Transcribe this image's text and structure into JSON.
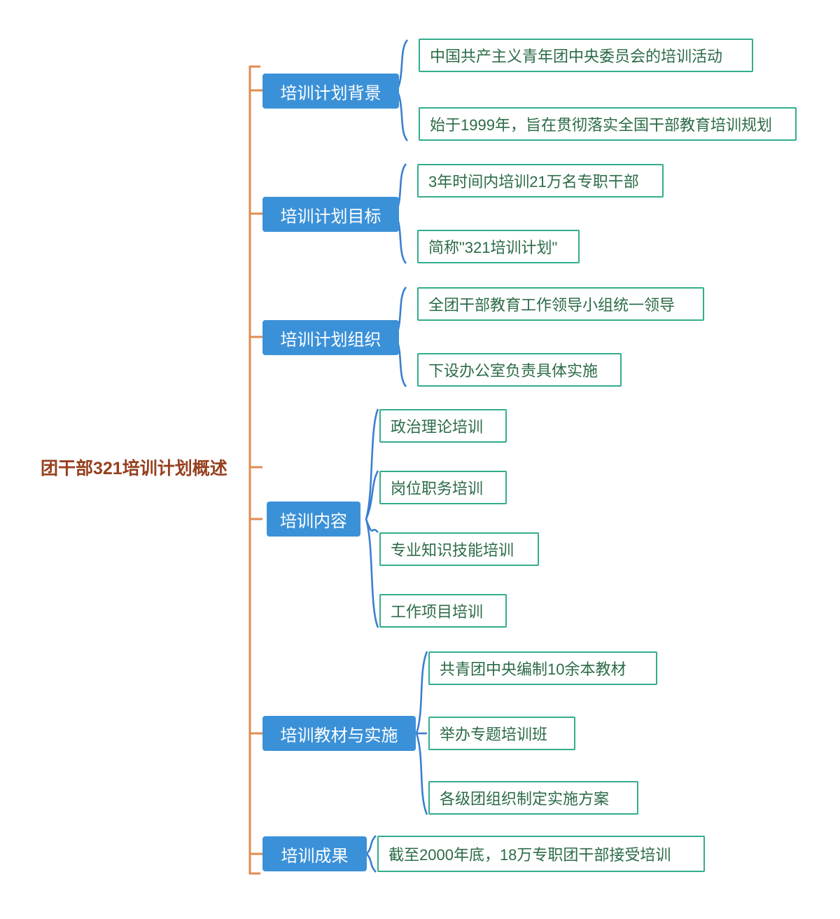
{
  "diagram": {
    "type": "mind-map",
    "title": "团干部321培训计划概述",
    "orientation": "left-to-right",
    "colors": {
      "root_text": "#96401E",
      "trunk_line": "#E08B52",
      "branch_fill": "#3B91D8",
      "branch_text": "#FFFFFF",
      "leaf_border": "#32AD8D",
      "leaf_text": "#2C6B47",
      "leaf_fill": "#FFFFFF",
      "connector_line": "#3B7FD0",
      "background": "#FFFFFF"
    },
    "root": {
      "label": "团干部321培训计划概述"
    },
    "branches": [
      {
        "label": "培训计划背景",
        "leaves": [
          "中国共产主义青年团中央委员会的培训活动",
          "始于1999年，旨在贯彻落实全国干部教育培训规划"
        ]
      },
      {
        "label": "培训计划目标",
        "leaves": [
          "3年时间内培训21万名专职干部",
          "简称\"321培训计划\""
        ]
      },
      {
        "label": "培训计划组织",
        "leaves": [
          "全团干部教育工作领导小组统一领导",
          "下设办公室负责具体实施"
        ]
      },
      {
        "label": "培训内容",
        "leaves": [
          "政治理论培训",
          "岗位职务培训",
          "专业知识技能培训",
          "工作项目培训"
        ]
      },
      {
        "label": "培训教材与实施",
        "leaves": [
          "共青团中央编制10余本教材",
          "举办专题培训班",
          "各级团组织制定实施方案"
        ]
      },
      {
        "label": "培训成果",
        "leaves": [
          "截至2000年底，18万专职团干部接受培训"
        ]
      }
    ]
  }
}
